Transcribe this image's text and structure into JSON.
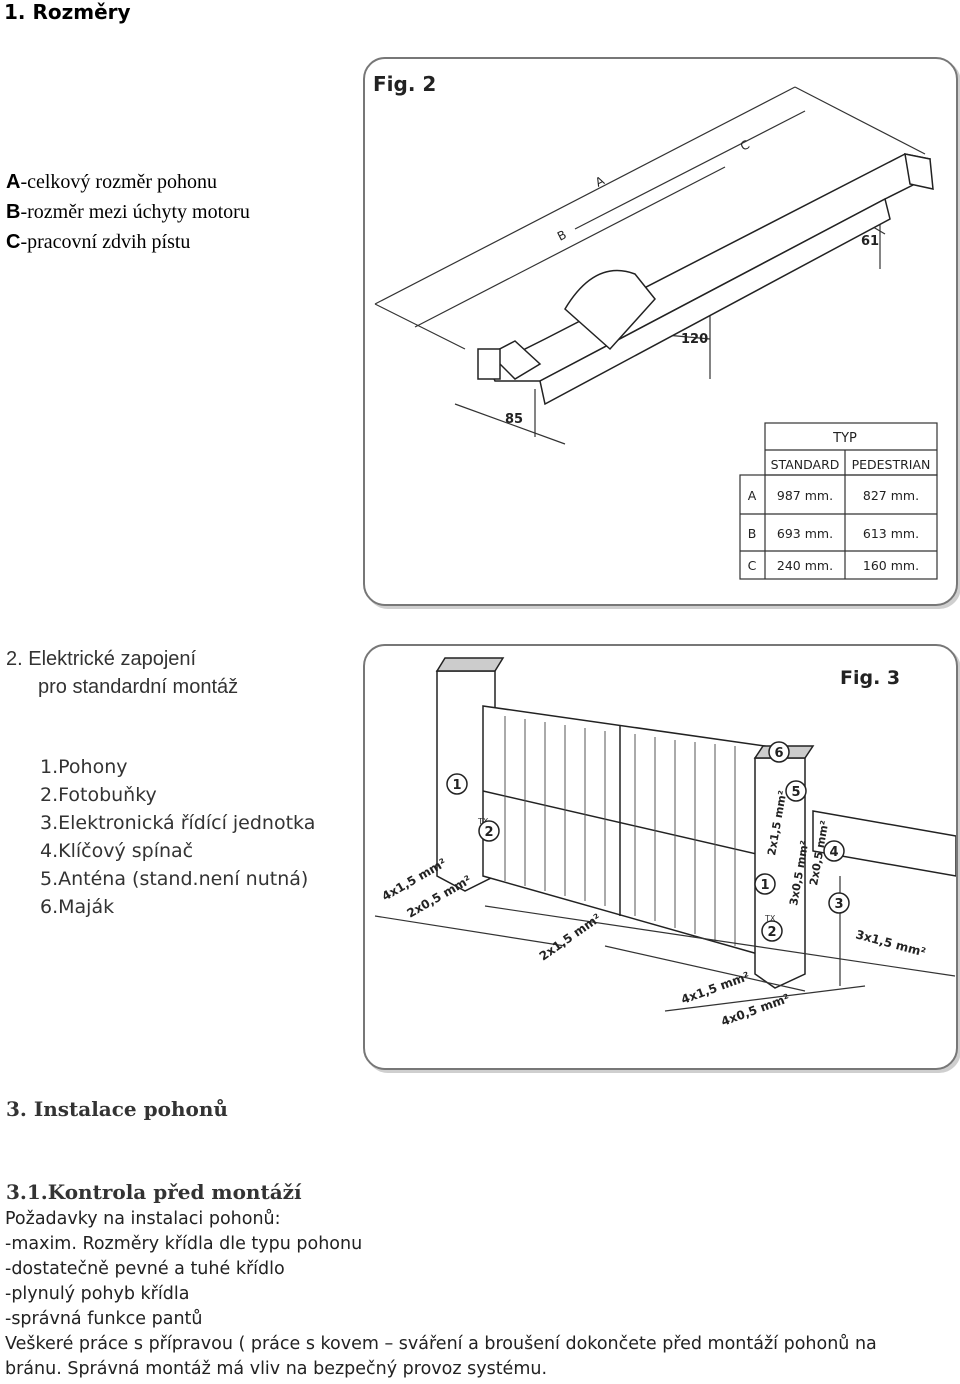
{
  "section1": {
    "title": "1. Rozměry"
  },
  "legend": {
    "a_letter": "A",
    "a_text": "-celkový rozměr pohonu",
    "b_letter": "B",
    "b_text": "-rozměr mezi úchyty motoru",
    "c_letter": "C",
    "c_text": "-pracovní zdvih pístu"
  },
  "fig2": {
    "label": "Fig. 2",
    "dims": {
      "a": "A",
      "b": "B",
      "c": "C",
      "d61": "61",
      "d120": "120",
      "d85": "85"
    },
    "table": {
      "header": "TYP",
      "cols": [
        "STANDARD",
        "PEDESTRIAN"
      ],
      "rows": [
        {
          "key": "A",
          "standard": "987 mm.",
          "pedestrian": "827 mm."
        },
        {
          "key": "B",
          "standard": "693 mm.",
          "pedestrian": "613 mm."
        },
        {
          "key": "C",
          "standard": "240 mm.",
          "pedestrian": "160 mm."
        }
      ]
    }
  },
  "section2": {
    "title_line1": "2. Elektrické zapojení",
    "title_line2": "pro standardní montáž"
  },
  "components": [
    "1.Pohony",
    "2.Fotobuňky",
    "3.Elektronická řídící jednotka",
    "4.Klíčový spínač",
    "5.Anténa (stand.není nutná)",
    "6.Maják"
  ],
  "fig3": {
    "label": "Fig. 3",
    "cables": {
      "c1": "4x1,5 mm²",
      "c2": "2x0,5 mm²",
      "c3": "2x1,5 mm²",
      "c4": "4x1,5 mm²",
      "c5": "4x0,5 mm²",
      "c6": "3x1,5 mm²",
      "c7": "2x1,5 mm²",
      "c8": "3x0,5 mm²",
      "c9": "2x0,5 mm²"
    },
    "markers": {
      "m1": "1",
      "m2": "2",
      "m3": "3",
      "m4": "4",
      "m5": "5",
      "m6": "6"
    },
    "tx": "TX"
  },
  "section3": {
    "title": "3. Instalace pohonů"
  },
  "section31": {
    "title": "3.1.Kontrola před montáží",
    "lines": [
      "Požadavky na instalaci pohonů:",
      "-maxim. Rozměry křídla dle typu pohonu",
      "-dostatečně pevné a tuhé křídlo",
      "-plynulý pohyb křídla",
      "-správná funkce pantů",
      "Veškeré práce s přípravou ( práce s kovem – sváření a broušení dokončete před montáží pohonů na",
      "bránu. Správná montáž má vliv na bezpečný provoz systému."
    ]
  }
}
